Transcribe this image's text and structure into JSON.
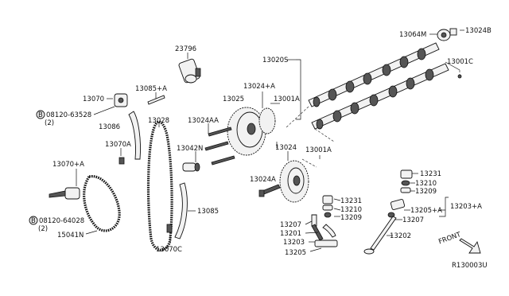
{
  "labels": {
    "p23796": "23796",
    "p13064M": "13064M",
    "p13024B": "13024B",
    "p13020S": "13020S",
    "p13001C": "13001C",
    "p13085A": "13085+A",
    "p13070": "13070",
    "p13024A": "13024+A",
    "p13025": "13025",
    "p13001A_top": "13001A",
    "b08120_63528": "08120-63528",
    "qty2_top": "(2)",
    "p13086": "13086",
    "p13028": "13028",
    "p13024AA": "13024AA",
    "p13070A": "13070A",
    "p13042N": "13042N",
    "p13024": "13024",
    "p13001A_mid": "13001A",
    "p13070pA": "13070+A",
    "p13024A_low": "13024A",
    "p13231_top": "13231",
    "p13210_top": "13210",
    "p13209_top": "13209",
    "p13231_mid": "13231",
    "p13210_mid": "13210",
    "p13209_mid": "13209",
    "p13207_left": "13207",
    "p13201": "13201",
    "p13203": "13203",
    "p13205": "13205",
    "p13205A": "13205+A",
    "p13203A": "13203+A",
    "p13207_right": "13207",
    "p13202": "13202",
    "p13085": "13085",
    "b08120_64028": "08120-64028",
    "qty2_bot": "(2)",
    "p15041N": "15041N",
    "p13070C": "13070C",
    "front": "FRONT",
    "ref_code": "R130003U",
    "bolt_symbol": "B"
  }
}
